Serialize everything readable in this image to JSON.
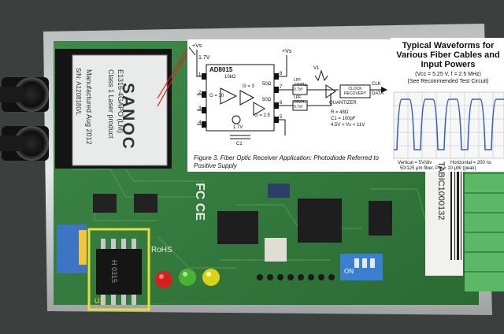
{
  "module": {
    "brand": "SANOC",
    "part_number": "E1316-4GAPO (LM)",
    "laser_class": "Class 1 Laser product",
    "date_code": "Manufactured Aug 2012",
    "serial": "S/N: A1208180/L"
  },
  "board": {
    "ce_mark": "FC CE",
    "rohs": "RoHS",
    "chip_marking": "H 0315",
    "chip_ref": "U2",
    "barcode_label": "TABIC1000132",
    "dip_label": "ON"
  },
  "schematic": {
    "ic_label": "AD8015",
    "supply_top": "+Vs",
    "supply_left": "+Vs",
    "bias": "1.7V",
    "bias2": "1.7V",
    "r1": "10kΩ",
    "r2": "50Ω",
    "r3": "50Ω",
    "lpf1": "LPF 34MHz 0.7xf",
    "lpf2": "LPF 34MHz 0.7xf",
    "gain1": "G = 30",
    "gain2": "G = 3",
    "gain3": "G = 2.5",
    "v1": "V1",
    "clock_block": "CLOCK RECOVERY",
    "quantizer": "QUANTIZER",
    "clk": "CLK",
    "data": "DATA",
    "c1": "C1",
    "notes": [
      "R = 48Ω",
      "C1 = 100pF",
      "4.5V < Vs < 11V"
    ],
    "pins": [
      "1",
      "2",
      "3",
      "4",
      "5",
      "6",
      "7",
      "8"
    ],
    "caption": "Figure 3.  Fiber Optic Receiver Application: Photodiode Referred to Positive Supply"
  },
  "waveform": {
    "title": "Typical Waveforms for Various Fiber Cables and Input Powers",
    "subtitle": "(Vcc = 5.25 V, f = 2.5 MHz)",
    "subtitle2": "(See Recommended Test Circuit)",
    "vertical": "Vertical = 5V/div",
    "horizontal": "Horizontal = 200 ns",
    "fiber": "50/125 μm fiber, Pin = 10 μW (peak)"
  },
  "colors": {
    "pcb": "#2f7a3a",
    "highlight": "#e3e03a",
    "trace": "#3a63b5",
    "led_red": "#d62020",
    "led_green": "#48b233",
    "led_yellow": "#d9d21a"
  }
}
